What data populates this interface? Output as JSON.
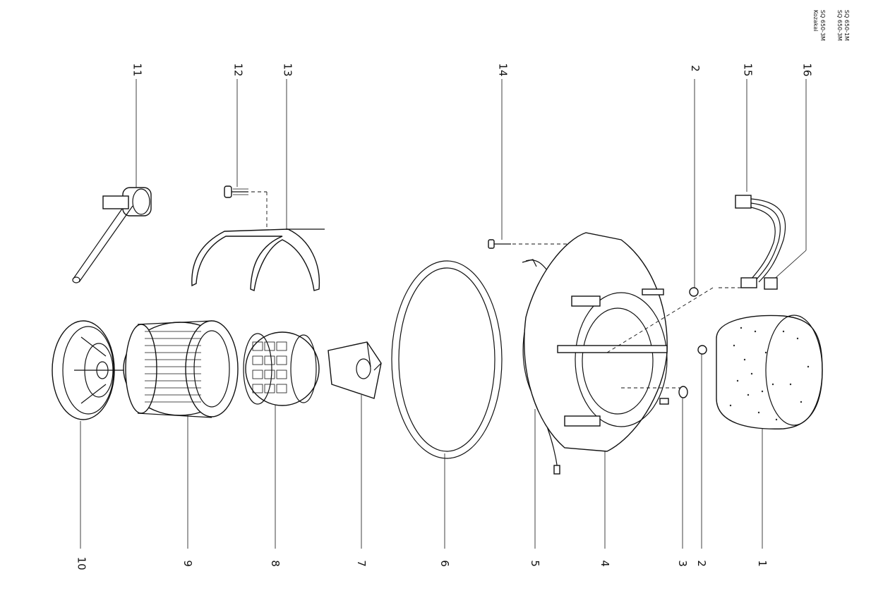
{
  "header": {
    "models": [
      "SQ 650-1M",
      "SQ 650-3M",
      "SQ 650-3M",
      "Kozakai"
    ]
  },
  "labels": {
    "top": [
      {
        "id": "11",
        "text": "11"
      },
      {
        "id": "12",
        "text": "12"
      },
      {
        "id": "13",
        "text": "13"
      },
      {
        "id": "14",
        "text": "14"
      },
      {
        "id": "2",
        "text": "2"
      },
      {
        "id": "15",
        "text": "15"
      },
      {
        "id": "16",
        "text": "16"
      }
    ],
    "bottom": [
      {
        "id": "10",
        "text": "10"
      },
      {
        "id": "9",
        "text": "9"
      },
      {
        "id": "8",
        "text": "8"
      },
      {
        "id": "7",
        "text": "7"
      },
      {
        "id": "6",
        "text": "6"
      },
      {
        "id": "5",
        "text": "5"
      },
      {
        "id": "4",
        "text": "4"
      },
      {
        "id": "3",
        "text": "3"
      },
      {
        "id": "2b",
        "text": "2"
      },
      {
        "id": "1",
        "text": "1"
      }
    ]
  }
}
